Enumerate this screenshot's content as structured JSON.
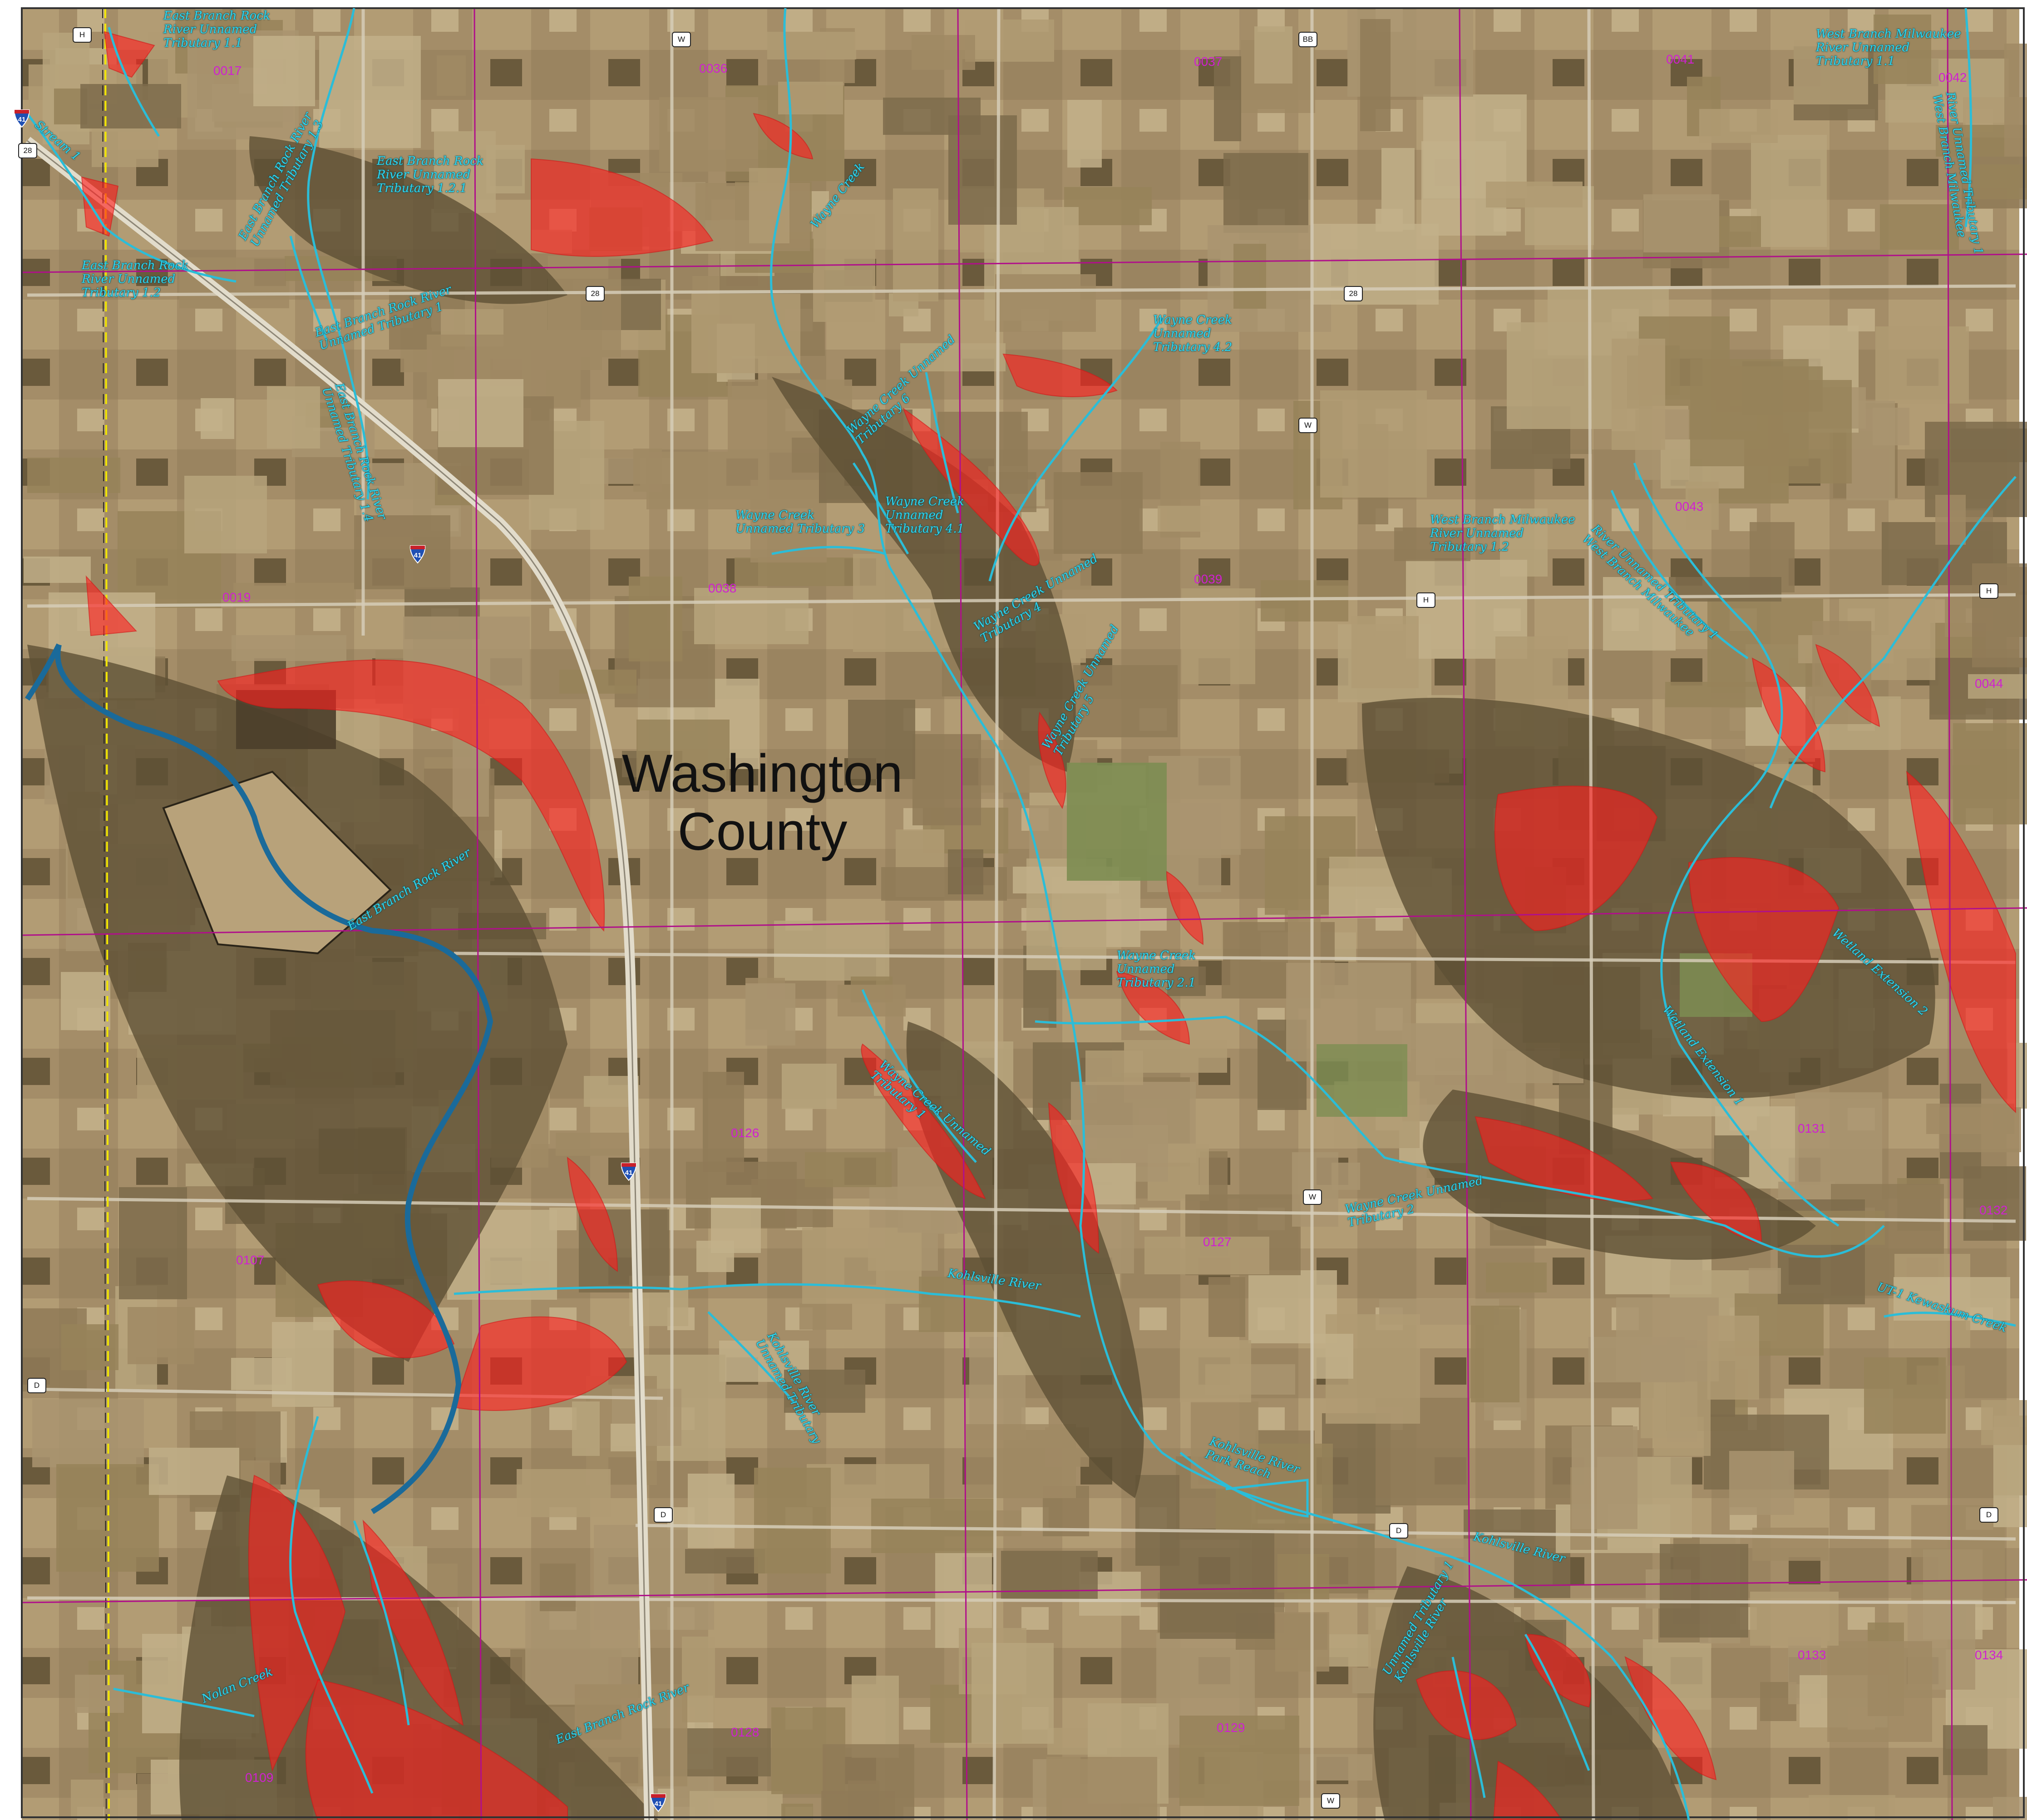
{
  "map": {
    "colors": {
      "fields": "#a48d68",
      "fields_light": "#b9a77f",
      "woods": "#5e5034",
      "green": "#7d8d52",
      "floodplain": "#ff1e1e",
      "stream": "#2bbdd8",
      "river_main": "#1a6a9a",
      "panel_grid": "#b0108a",
      "road": "#d6cdb8"
    },
    "county_label": [
      "Washington",
      "County"
    ],
    "streams": [
      {
        "id": "ebrr-ut-1-1",
        "lines": [
          "East Branch Rock",
          "River Unnamed",
          "Tributary 1.1"
        ]
      },
      {
        "id": "ebrr-ut-1-2",
        "lines": [
          "East Branch Rock",
          "River Unnamed",
          "Tributary 1.2"
        ]
      },
      {
        "id": "ebrr-ut-1-2-1",
        "lines": [
          "East Branch Rock",
          "River Unnamed",
          "Tributary 1.2.1"
        ]
      },
      {
        "id": "ebrr-ut-1-3",
        "lines": [
          "East Branch Rock River",
          "Unnamed Tributary 1.3"
        ]
      },
      {
        "id": "ebrr-ut-1",
        "lines": [
          "East Branch Rock River",
          "Unnamed Tributary 1"
        ]
      },
      {
        "id": "ebrr-ut-1-4",
        "lines": [
          "East Branch Rock River",
          "Unnamed Tributary 1.4"
        ]
      },
      {
        "id": "ebrr-mid",
        "lines": [
          "East Branch Rock River"
        ]
      },
      {
        "id": "ebrr-south",
        "lines": [
          "East Branch Rock River"
        ]
      },
      {
        "id": "stream-1",
        "lines": [
          "Stream 1"
        ]
      },
      {
        "id": "wayne-creek",
        "lines": [
          "Wayne Creek"
        ]
      },
      {
        "id": "wc-ut-4-2",
        "lines": [
          "Wayne Creek",
          "Unnamed",
          "Tributary 4.2"
        ]
      },
      {
        "id": "wc-ut-6",
        "lines": [
          "Wayne Creek Unnamed",
          "Tributary 6"
        ]
      },
      {
        "id": "wc-ut-3",
        "lines": [
          "Wayne Creek",
          "Unnamed Tributary 3"
        ]
      },
      {
        "id": "wc-ut-4-1",
        "lines": [
          "Wayne Creek",
          "Unnamed",
          "Tributary 4.1"
        ]
      },
      {
        "id": "wc-ut-4",
        "lines": [
          "Wayne Creek Unnamed",
          "Tributary 4"
        ]
      },
      {
        "id": "wc-ut-5",
        "lines": [
          "Wayne Creek Unnamed",
          "Tributary 5"
        ]
      },
      {
        "id": "wc-ut-2-1",
        "lines": [
          "Wayne Creek",
          "Unnamed",
          "Tributary 2.1"
        ]
      },
      {
        "id": "wc-ut-1",
        "lines": [
          "Wayne Creek Unnamed",
          "Tributary 1"
        ]
      },
      {
        "id": "wc-ut-2",
        "lines": [
          "Wayne Creek Unnamed",
          "Tributary 2"
        ]
      },
      {
        "id": "kohlsville-river",
        "lines": [
          "Kohlsville River"
        ]
      },
      {
        "id": "kr-ut",
        "lines": [
          "Kohlsville River",
          "Unnamed Tributary"
        ]
      },
      {
        "id": "kr-park-reach",
        "lines": [
          "Kohlsville River",
          "Park Reach"
        ]
      },
      {
        "id": "kr-east",
        "lines": [
          "Kohlsville River"
        ]
      },
      {
        "id": "kr-ut-1",
        "lines": [
          "Unnamed Tributary 1",
          "Kohlsville River"
        ]
      },
      {
        "id": "nolan-creek",
        "lines": [
          "Nolan Creek"
        ]
      },
      {
        "id": "wbmr-ut-1-1",
        "lines": [
          "West Branch Milwaukee",
          "River Unnamed",
          "Tributary 1.1"
        ]
      },
      {
        "id": "wbmr-ut-1-2",
        "lines": [
          "West Branch Milwaukee",
          "River Unnamed",
          "Tributary 1.2"
        ]
      },
      {
        "id": "wbmr-ut-1",
        "lines": [
          "River Unnamed Tributary 1",
          "West Branch Milwaukee"
        ]
      },
      {
        "id": "wbmr-ut-1-ne",
        "lines": [
          "River Unnamed Tributary 1",
          "West Branch Milwaukee"
        ]
      },
      {
        "id": "wetland-ext-1",
        "lines": [
          "Wetland Extension 1"
        ]
      },
      {
        "id": "wetland-ext-2",
        "lines": [
          "Wetland Extension 2"
        ]
      },
      {
        "id": "ut-1-kewaskum-creek",
        "lines": [
          "UT-1 Kewaskum Creek"
        ]
      }
    ],
    "panels": [
      "0017",
      "0036",
      "0037",
      "0041",
      "0042",
      "0019",
      "0038",
      "0039",
      "0043",
      "0044",
      "0126",
      "0127",
      "0131",
      "0132",
      "0107",
      "0109",
      "0128",
      "0129",
      "0133",
      "0134"
    ],
    "shields": [
      "H",
      "W",
      "BB",
      "28",
      "28",
      "28",
      "W",
      "H",
      "H",
      "W",
      "D",
      "D",
      "D",
      "D",
      "W"
    ],
    "interstates": [
      "41",
      "41",
      "41",
      "41"
    ]
  }
}
